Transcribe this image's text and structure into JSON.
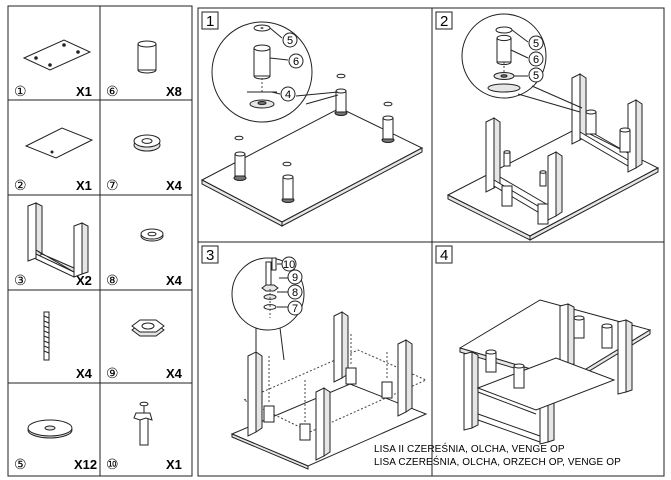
{
  "parts": [
    {
      "number": "①",
      "qty": "X1",
      "icon": "glass-top-icon"
    },
    {
      "number": "⑥",
      "qty": "X8",
      "icon": "cylinder-spacer-icon"
    },
    {
      "number": "②",
      "qty": "X1",
      "icon": "glass-shelf-icon"
    },
    {
      "number": "⑦",
      "qty": "X4",
      "icon": "thick-washer-icon"
    },
    {
      "number": "③",
      "qty": "X2",
      "icon": "u-leg-frame-icon"
    },
    {
      "number": "⑧",
      "qty": "X4",
      "icon": "flat-washer-icon"
    },
    {
      "number": "",
      "qty": "X4",
      "icon": "threaded-rod-icon"
    },
    {
      "number": "⑨",
      "qty": "X4",
      "icon": "hex-nut-icon"
    },
    {
      "number": "⑤",
      "qty": "X12",
      "icon": "suction-pad-icon"
    },
    {
      "number": "⑩",
      "qty": "X1",
      "icon": "wrench-icon"
    }
  ],
  "steps": [
    {
      "number": "1",
      "callouts": [
        "5",
        "6",
        "4"
      ]
    },
    {
      "number": "2",
      "callouts": [
        "5",
        "6",
        "5"
      ]
    },
    {
      "number": "3",
      "callouts": [
        "10",
        "9",
        "8",
        "7"
      ]
    },
    {
      "number": "4",
      "callouts": []
    }
  ],
  "caption": {
    "line1": "LISA II CZEREŚNIA, OLCHA, VENGE OP",
    "line2": "LISA CZEREŚNIA, OLCHA, ORZECH OP, VENGE OP"
  }
}
